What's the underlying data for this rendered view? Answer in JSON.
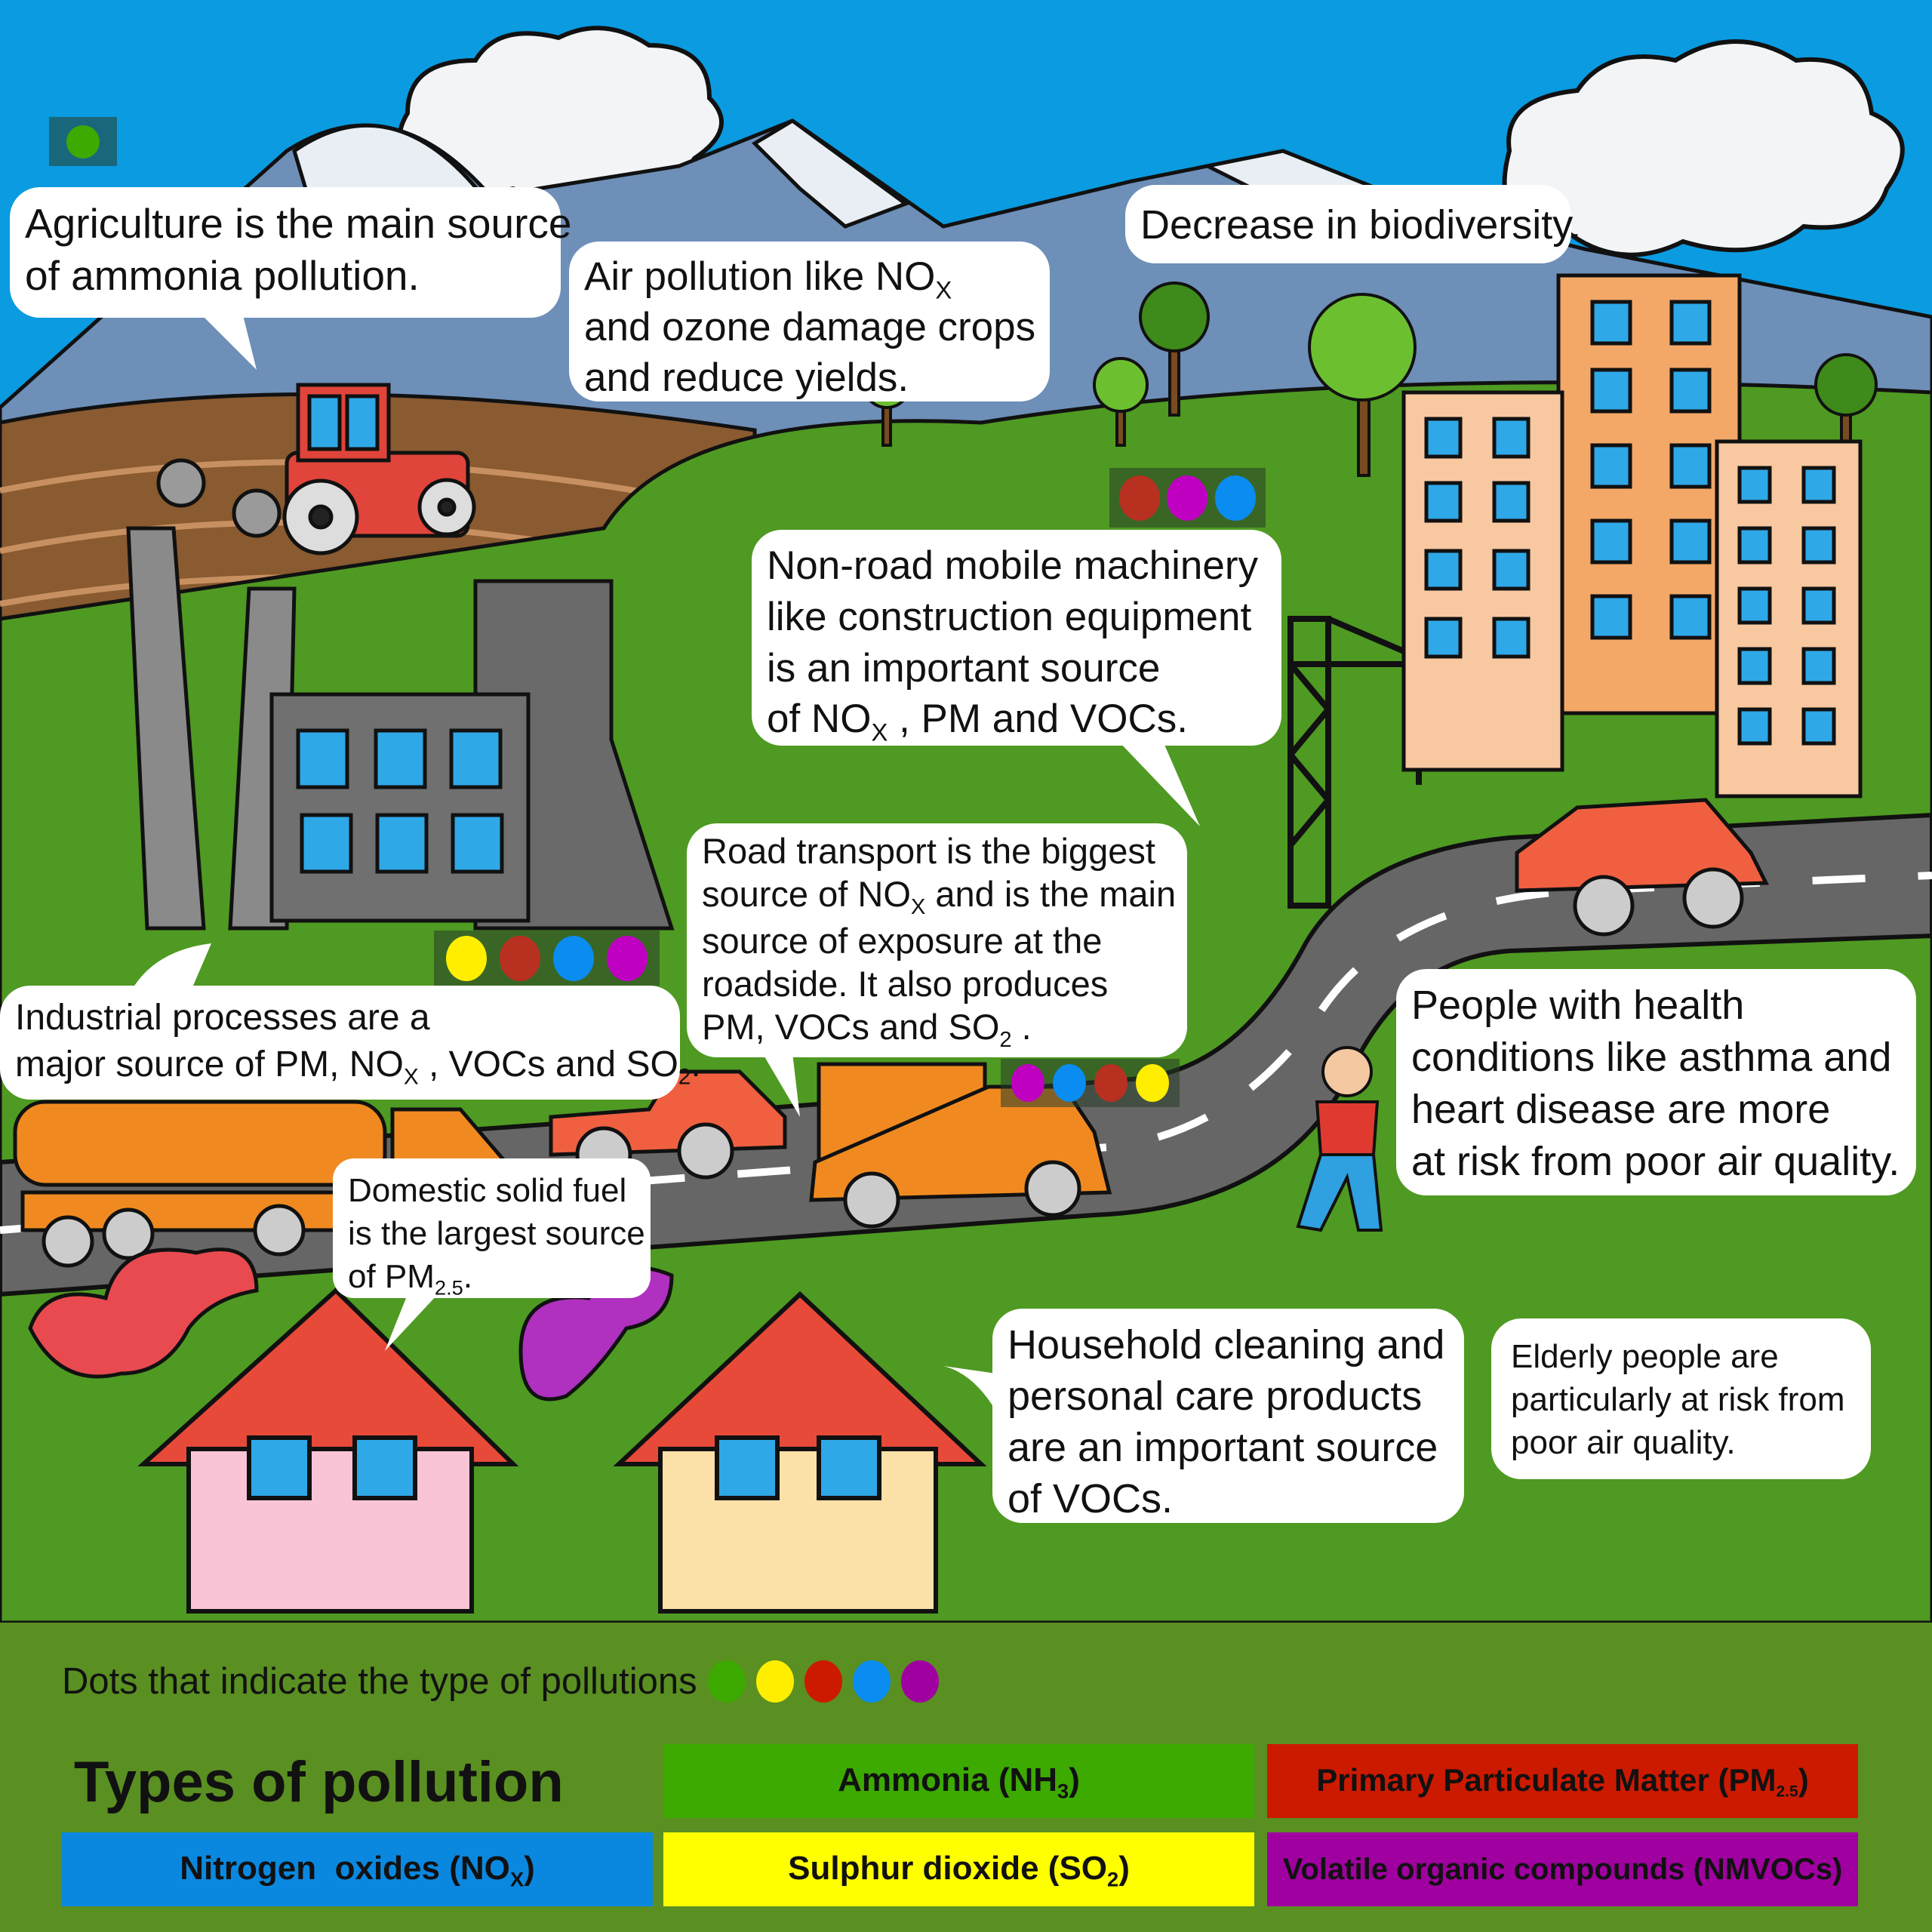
{
  "colors": {
    "sky": "#0a9be0",
    "grass": "#4f9a22",
    "ammonia": "#3caa00",
    "pm": "#cc1a00",
    "nox": "#0a88e0",
    "so2": "#ffff00",
    "voc": "#a000a0"
  },
  "bubbles": {
    "agriculture": {
      "lines": [
        "Agriculture is the main source",
        "of ammonia pollution."
      ]
    },
    "crops": {
      "l1a": "Air pollution like NO",
      "l1sub": "X",
      "l2": "and ozone damage crops",
      "l3": "and reduce yields."
    },
    "biodiversity": {
      "text": "Decrease in biodiversity."
    },
    "machinery": {
      "l1": "Non-road mobile machinery",
      "l2": "like construction equipment",
      "l3": "is an important source",
      "l4a": "of NO",
      "l4sub": "X",
      "l4b": " , PM and VOCs."
    },
    "road": {
      "l1": "Road transport is the biggest",
      "l2a": "source of NO",
      "l2sub": "X",
      "l2b": " and is the main",
      "l3": "source of exposure at the",
      "l4": "roadside. It also produces",
      "l5a": "PM, VOCs and SO",
      "l5sub": "2",
      "l5b": " ."
    },
    "industrial": {
      "l1": "Industrial processes are a",
      "l2a": "major source of PM, NO",
      "l2sub": "X",
      "l2b": " , VOCs and SO",
      "l2sub2": "2",
      "l2c": "."
    },
    "health": {
      "lines": [
        "People with health",
        "conditions like asthma and",
        "heart disease are more",
        "at risk from poor air quality."
      ]
    },
    "domestic": {
      "l1": "Domestic solid fuel",
      "l2": "is the largest source",
      "l3a": "of PM",
      "l3sub": "2.5",
      "l3b": "."
    },
    "household": {
      "lines": [
        "Household cleaning and",
        "personal care products",
        "are an important source",
        "of VOCs."
      ]
    },
    "elderly": {
      "lines": [
        "Elderly people are",
        "particularly at risk from",
        "poor air quality."
      ]
    }
  },
  "legend": {
    "dots_label": "Dots that indicate the type of pollutions",
    "title": "Types of pollution",
    "items": {
      "ammonia": {
        "a": "Ammonia (NH",
        "sub": "3",
        "b": ")"
      },
      "pm": {
        "a": "Primary Particulate Matter (PM",
        "sub": "2.5",
        "b": ")"
      },
      "nox": {
        "a": "Nitrogen  oxides (NO",
        "sub": "X",
        "b": ")"
      },
      "so2": {
        "a": "Sulphur dioxide (SO",
        "sub": "2",
        "b": ")"
      },
      "voc": {
        "a": "Volatile organic compounds (NMVOCs)"
      }
    }
  }
}
